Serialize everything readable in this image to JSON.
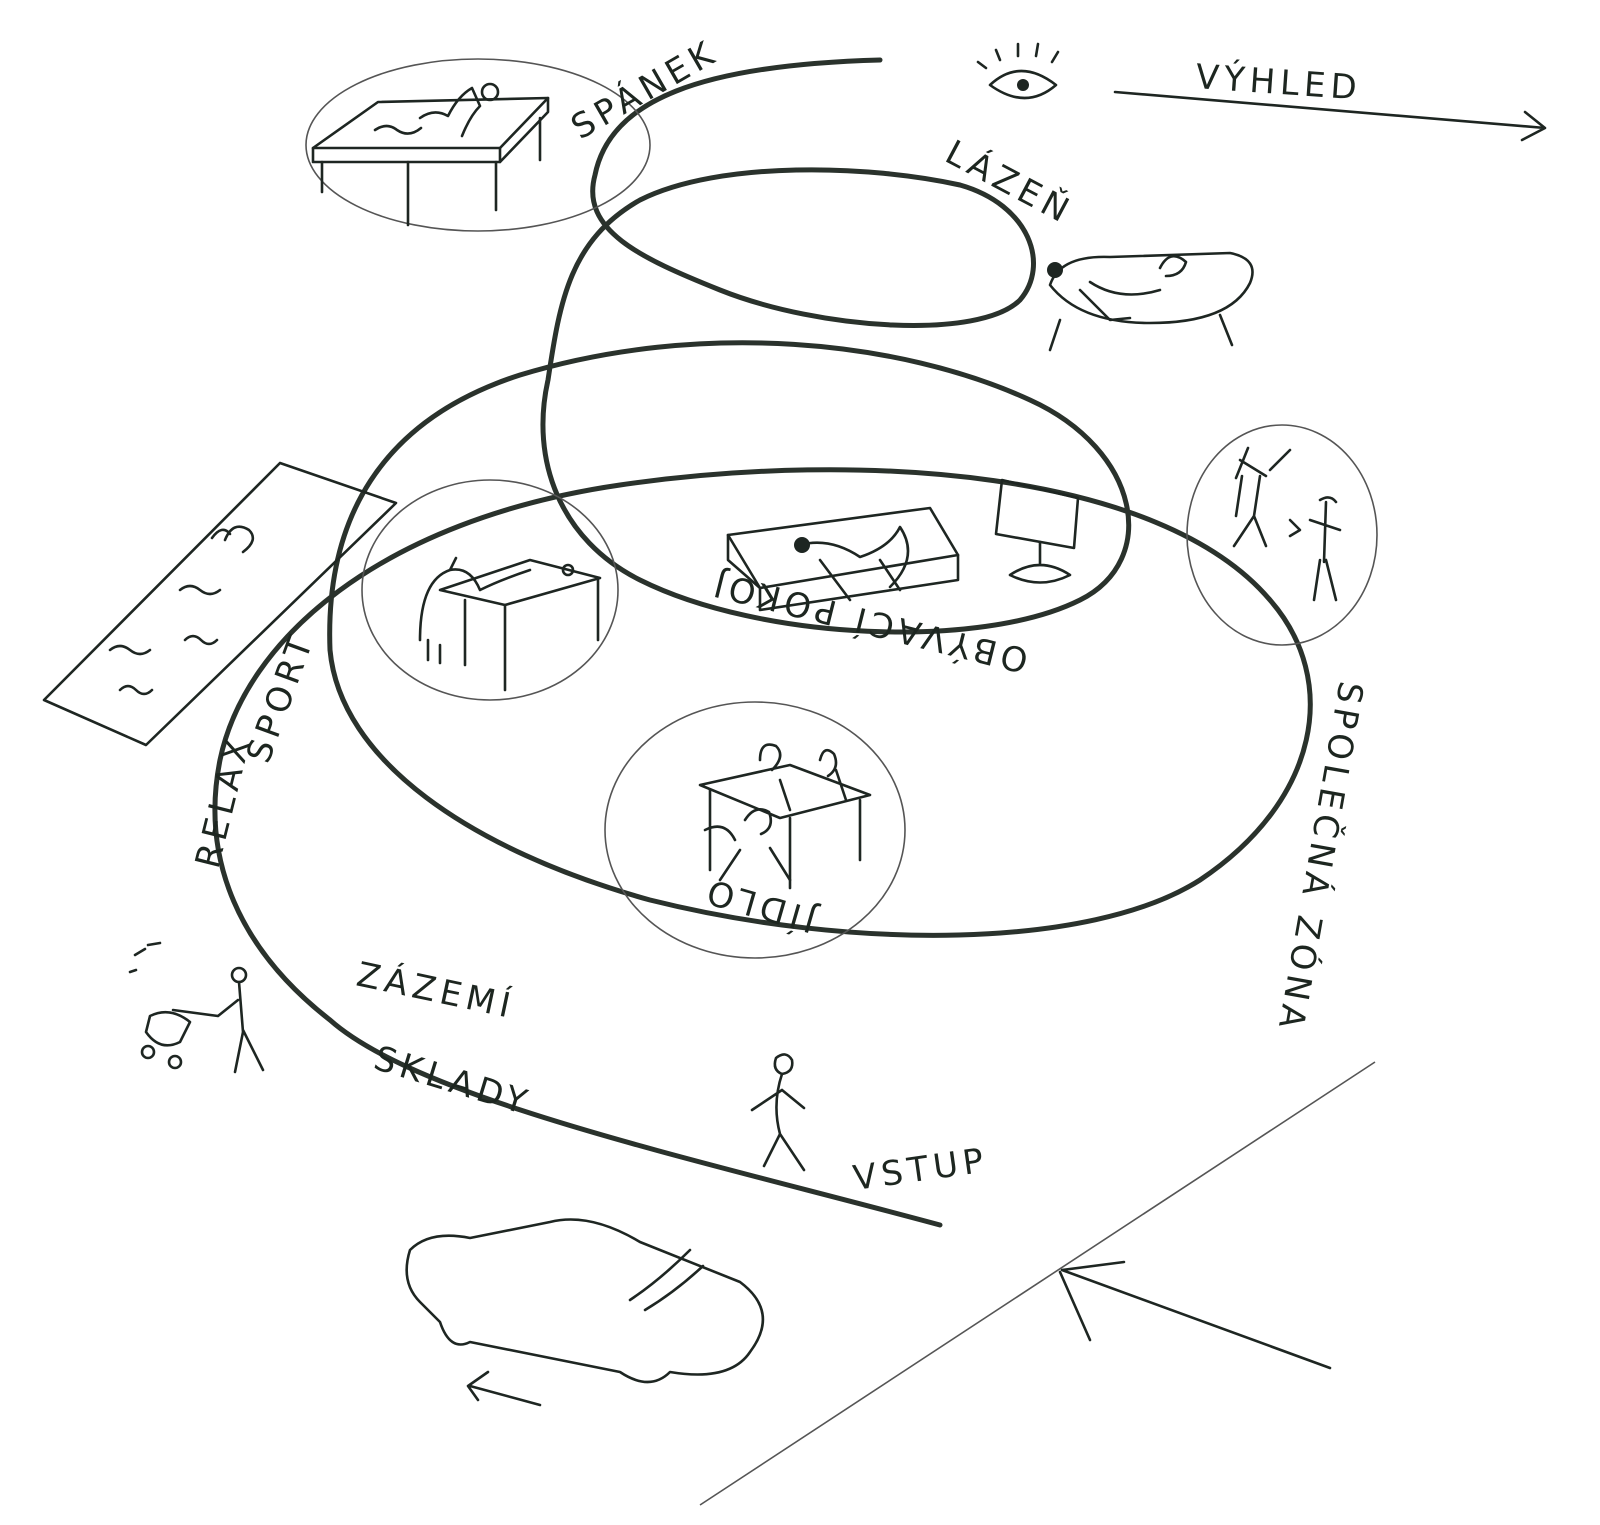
{
  "labels": {
    "spanek": "SPÁNEK",
    "vyhled": "VÝHLED",
    "lazen": "LÁZEŇ",
    "obyvaci_pokoj": "OBÝVACÍ POKOJ",
    "spolecna_zona": "SPOLEČNÁ ZÓNA",
    "sport": "SPORT",
    "relax": "RELAX",
    "jidlo": "JÍDLO",
    "zazemi": "ZÁZEMÍ",
    "sklady": "SKLADY",
    "vstup": "VSTUP"
  },
  "colors": {
    "pencil": "#2a322c",
    "paper": "#ffffff"
  },
  "icons": [
    "eye-icon",
    "arrow-right-icon",
    "arrow-left-icon",
    "arrow-entry-icon"
  ]
}
